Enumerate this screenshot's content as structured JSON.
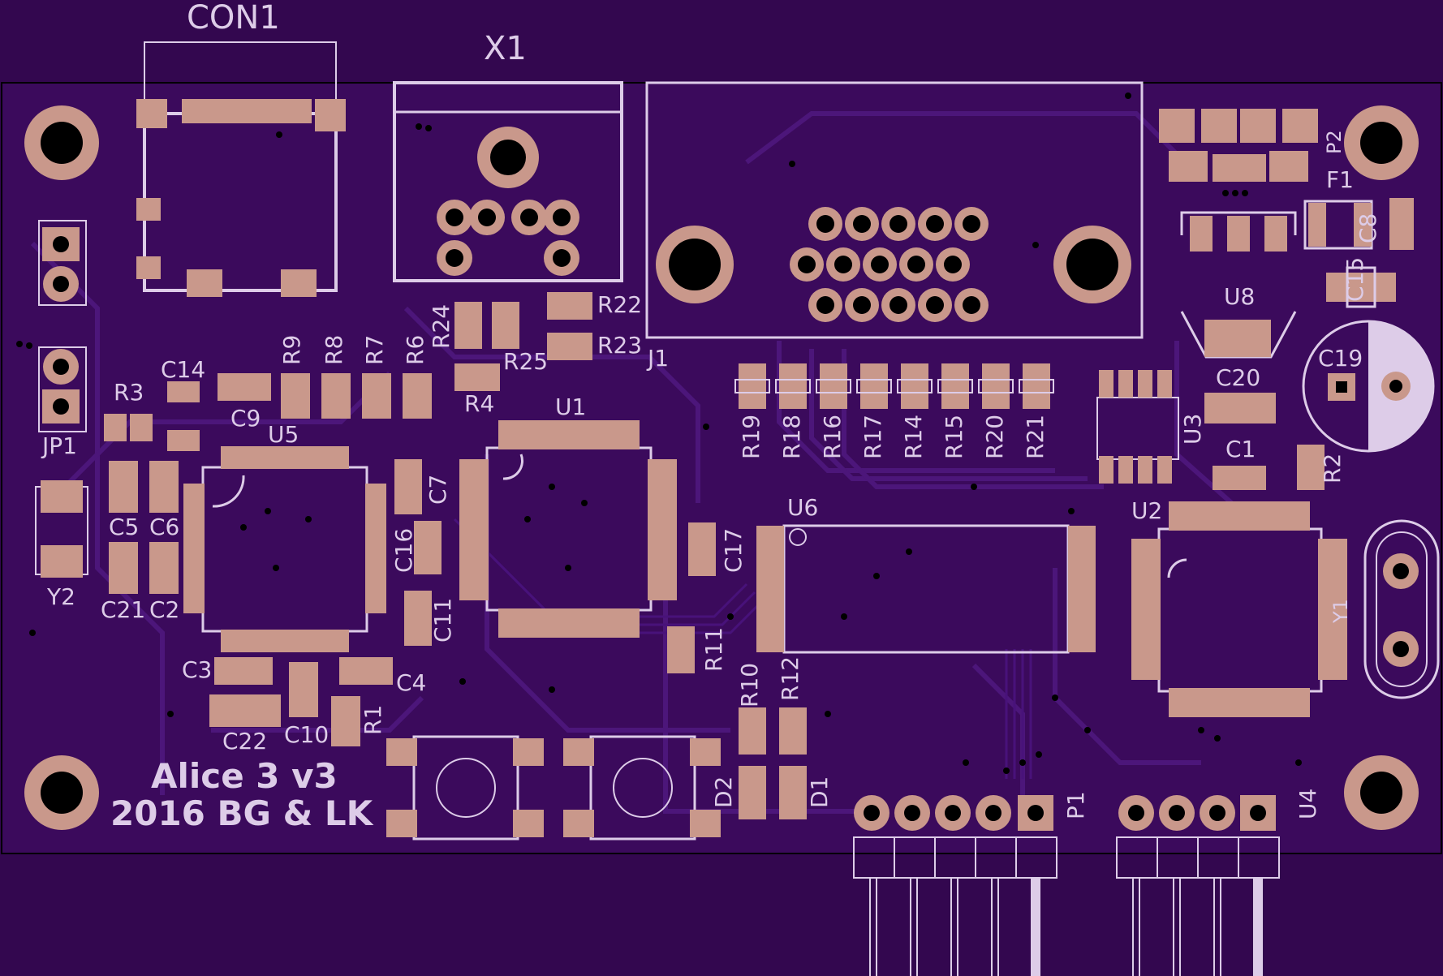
{
  "board": {
    "title_line1": "Alice 3 v3",
    "title_line2": "2016 BG & LK",
    "colors": {
      "background": "#33074f",
      "board": "#3b0a5c",
      "trace": "#4a1478",
      "pad": "#c9988b",
      "silk": "#ddcce8",
      "hole": "#000000"
    }
  },
  "labels": {
    "con1": "CON1",
    "x1": "X1",
    "j1": "J1",
    "p2": "P2",
    "f1": "F1",
    "c8": "C8",
    "u8": "U8",
    "c15": "C15",
    "c19": "C19",
    "c20": "C20",
    "u3": "U3",
    "c1": "C1",
    "r2": "R2",
    "u2": "U2",
    "y1": "Y1",
    "u4": "U4",
    "p1": "P1",
    "jp1": "JP1",
    "y2": "Y2",
    "r3": "R3",
    "c14": "C14",
    "c9": "C9",
    "u5": "U5",
    "r9": "R9",
    "r8": "R8",
    "r7": "R7",
    "r6": "R6",
    "r24": "R24",
    "r25": "R25",
    "r22": "R22",
    "r23": "R23",
    "r4": "R4",
    "u1": "U1",
    "c7": "C7",
    "c16": "C16",
    "c11": "C11",
    "c17": "C17",
    "c5": "C5",
    "c6": "C6",
    "c21": "C21",
    "c2": "C2",
    "c3": "C3",
    "c4": "C4",
    "c22": "C22",
    "c10": "C10",
    "r1": "R1",
    "r11": "R11",
    "r10": "R10",
    "r12": "R12",
    "d2": "D2",
    "d1": "D1",
    "u6": "U6",
    "r19": "R19",
    "r18": "R18",
    "r16": "R16",
    "r17": "R17",
    "r14": "R14",
    "r15": "R15",
    "r20": "R20",
    "r21": "R21"
  }
}
